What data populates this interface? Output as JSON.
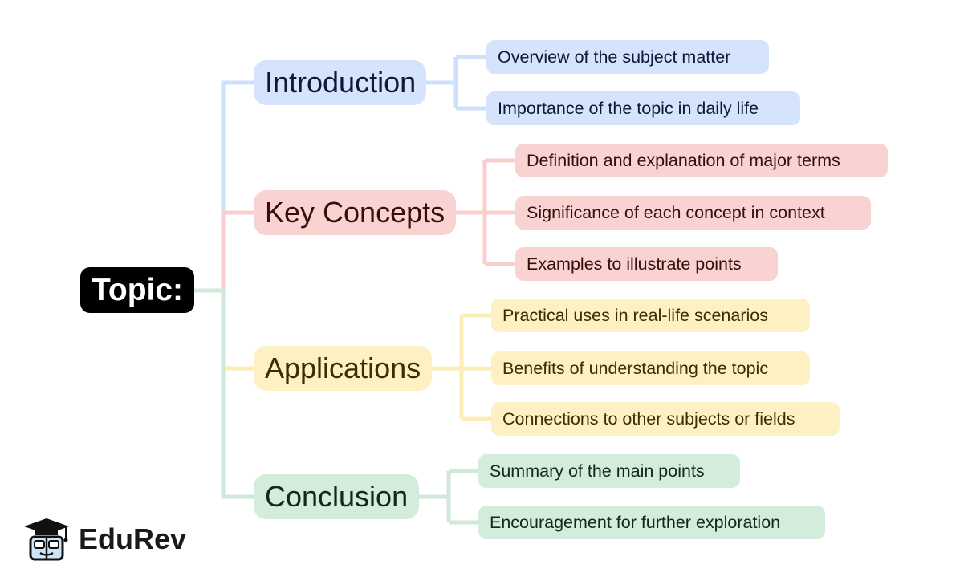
{
  "root": {
    "label": "Topic:"
  },
  "colors": {
    "blue": "#cfe0fb",
    "red": "#f8cfcc",
    "yellow": "#fcecb6",
    "green": "#cfe8d7"
  },
  "branches": [
    {
      "label": "Introduction",
      "color": "blue",
      "items": [
        "Overview of the subject matter",
        "Importance of the topic in daily life"
      ]
    },
    {
      "label": "Key Concepts",
      "color": "red",
      "items": [
        "Definition and explanation of major terms",
        "Significance of each concept in context",
        "Examples to illustrate points"
      ]
    },
    {
      "label": "Applications",
      "color": "yellow",
      "items": [
        "Practical uses in real-life scenarios",
        "Benefits of understanding the topic",
        "Connections to other subjects or fields"
      ]
    },
    {
      "label": "Conclusion",
      "color": "green",
      "items": [
        "Summary of the main points",
        "Encouragement for further exploration"
      ]
    }
  ],
  "brand": {
    "name": "EduRev",
    "icon": "graduation-cap-book-icon"
  }
}
